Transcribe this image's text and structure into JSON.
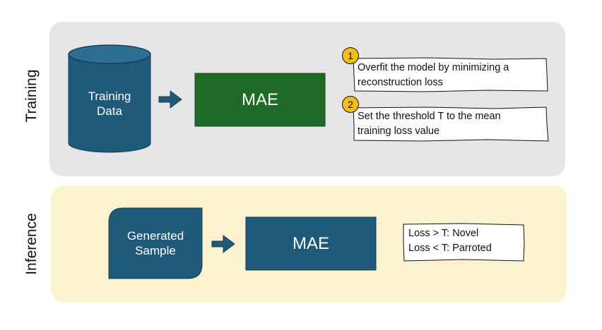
{
  "training": {
    "label": "Training",
    "data_store": "Training\nData",
    "model": "MAE",
    "steps": [
      {
        "number": "1",
        "text": "Overfit the model by minimizing a\nreconstruction loss"
      },
      {
        "number": "2",
        "text": "Set the threshold T to the mean\ntraining loss value"
      }
    ]
  },
  "inference": {
    "label": "Inference",
    "input": "Generated\nSample",
    "model": "MAE",
    "rule": "Loss > T: Novel\nLoss < T: Parroted"
  },
  "colors": {
    "training_bg": "#e6e6e6",
    "inference_bg": "#fbf3cf",
    "node_blue": "#1f5a7a",
    "model_green": "#1e6b28",
    "badge_yellow": "#f6bd16"
  }
}
